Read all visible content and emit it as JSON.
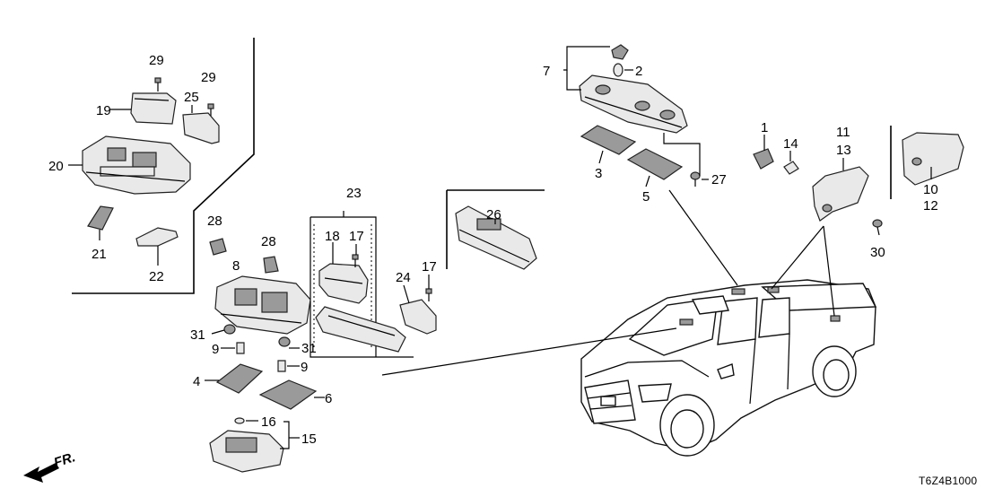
{
  "diagram": {
    "code": "T6Z4B1000",
    "direction_label": "FR.",
    "callouts": {
      "c1": "1",
      "c2": "2",
      "c3": "3",
      "c4": "4",
      "c5": "5",
      "c6": "6",
      "c7": "7",
      "c8": "8",
      "c9a": "9",
      "c9b": "9",
      "c10": "10",
      "c11": "11",
      "c12": "12",
      "c13": "13",
      "c14": "14",
      "c15": "15",
      "c16": "16",
      "c17a": "17",
      "c17b": "17",
      "c18": "18",
      "c19": "19",
      "c20": "20",
      "c21": "21",
      "c22": "22",
      "c23": "23",
      "c24": "24",
      "c25": "25",
      "c26": "26",
      "c27": "27",
      "c28a": "28",
      "c28b": "28",
      "c29a": "29",
      "c29b": "29",
      "c30": "30",
      "c31a": "31",
      "c31b": "31"
    }
  }
}
